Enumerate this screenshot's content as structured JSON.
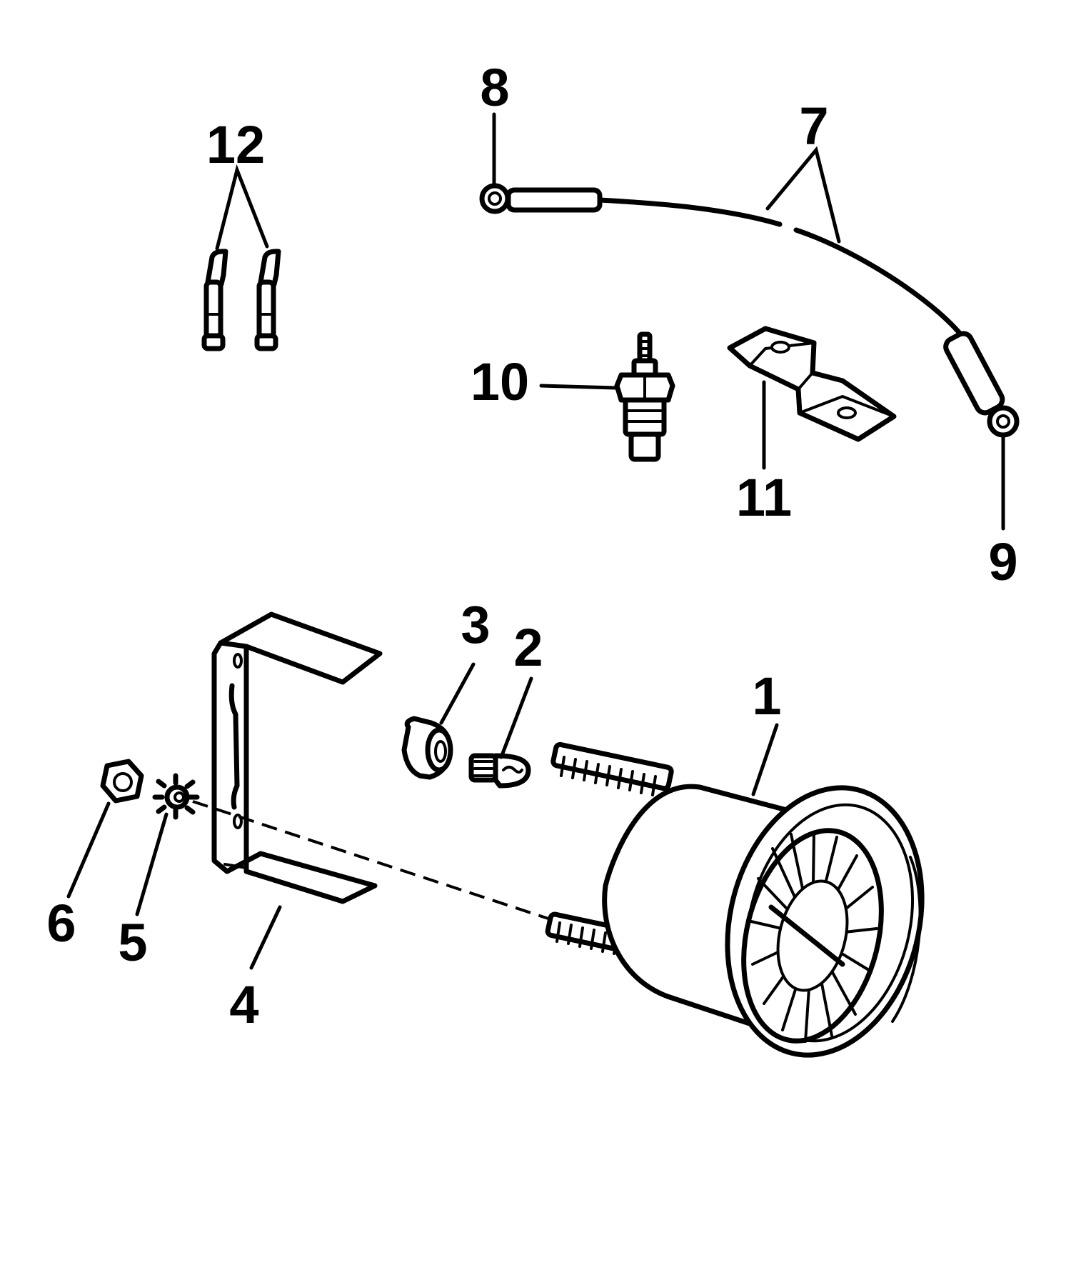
{
  "labels": {
    "l1": "1",
    "l2": "2",
    "l3": "3",
    "l4": "4",
    "l5": "5",
    "l6": "6",
    "l7": "7",
    "l8": "8",
    "l9": "9",
    "l10": "10",
    "l11": "11",
    "l12": "12"
  }
}
